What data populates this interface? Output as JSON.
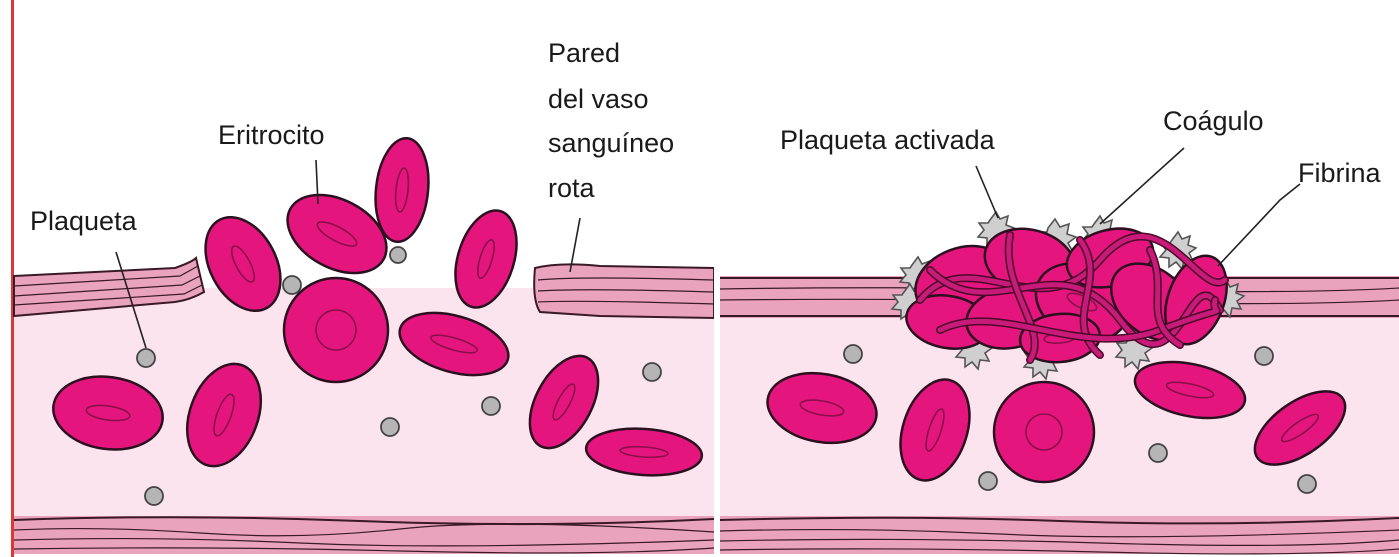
{
  "colors": {
    "erythrocyte": "#e5157e",
    "vessel_lumen": "#fce4ee",
    "vessel_wall": "#eaa3bd",
    "platelet": "#b5b5b5",
    "left_border": "#d83a3a"
  },
  "labels": {
    "plaqueta": "Plaqueta",
    "eritrocito": "Eritrocito",
    "pared_line1": "Pared",
    "pared_line2": "del vaso",
    "pared_line3": "sanguíneo",
    "pared_line4": "rota",
    "plaqueta_activada": "Plaqueta activada",
    "coagulo": "Coágulo",
    "fibrina": "Fibrina"
  }
}
